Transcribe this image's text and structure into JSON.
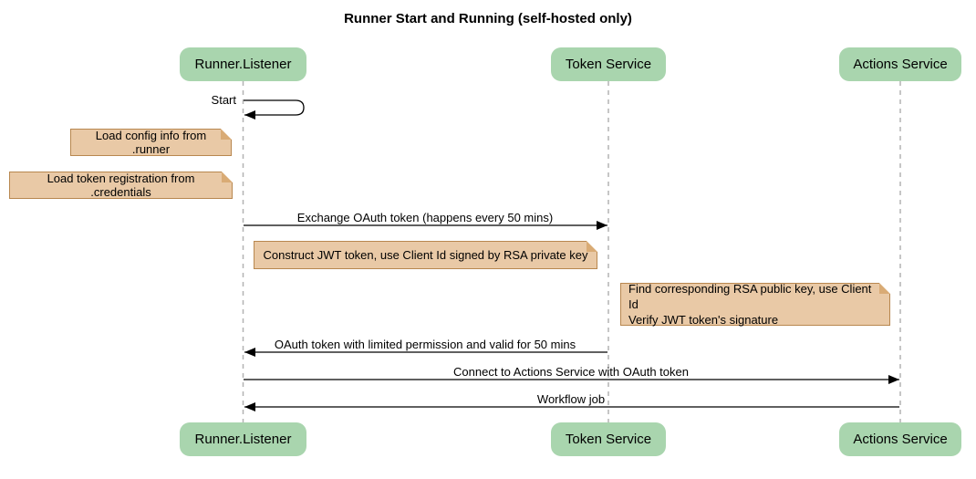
{
  "diagram": {
    "title": "Runner Start and Running (self-hosted only)",
    "participants": [
      {
        "id": "runner-listener",
        "label": "Runner.Listener"
      },
      {
        "id": "token-service",
        "label": "Token Service"
      },
      {
        "id": "actions-service",
        "label": "Actions Service"
      }
    ],
    "messages": [
      {
        "label": "Start",
        "from": "Runner.Listener",
        "to": "Runner.Listener",
        "kind": "self"
      },
      {
        "label": "Exchange OAuth token (happens every 50 mins)",
        "from": "Runner.Listener",
        "to": "Token Service",
        "kind": "solid-arrow"
      },
      {
        "label": "OAuth token with limited permission and valid for 50 mins",
        "from": "Token Service",
        "to": "Runner.Listener",
        "kind": "solid-arrow"
      },
      {
        "label": "Connect to Actions Service with OAuth token",
        "from": "Runner.Listener",
        "to": "Actions Service",
        "kind": "solid-arrow"
      },
      {
        "label": "Workflow job",
        "from": "Actions Service",
        "to": "Runner.Listener",
        "kind": "solid-arrow"
      }
    ],
    "notes": [
      {
        "position": "left of Runner.Listener",
        "lines": [
          "Load config info from .runner"
        ]
      },
      {
        "position": "left of Runner.Listener",
        "lines": [
          "Load token registration from .credentials"
        ]
      },
      {
        "position": "over Runner.Listener and Token Service",
        "lines": [
          "Construct JWT token, use Client Id signed by RSA private key"
        ]
      },
      {
        "position": "right of Token Service",
        "lines": [
          "Find corresponding RSA public key, use Client Id",
          "Verify JWT token's signature"
        ]
      }
    ],
    "colors": {
      "participant_fill": "#A9D5AE",
      "note_fill": "#E9C9A6",
      "note_border": "#B8874F",
      "lifeline": "#B3B3B3",
      "message_line": "#000000"
    }
  }
}
